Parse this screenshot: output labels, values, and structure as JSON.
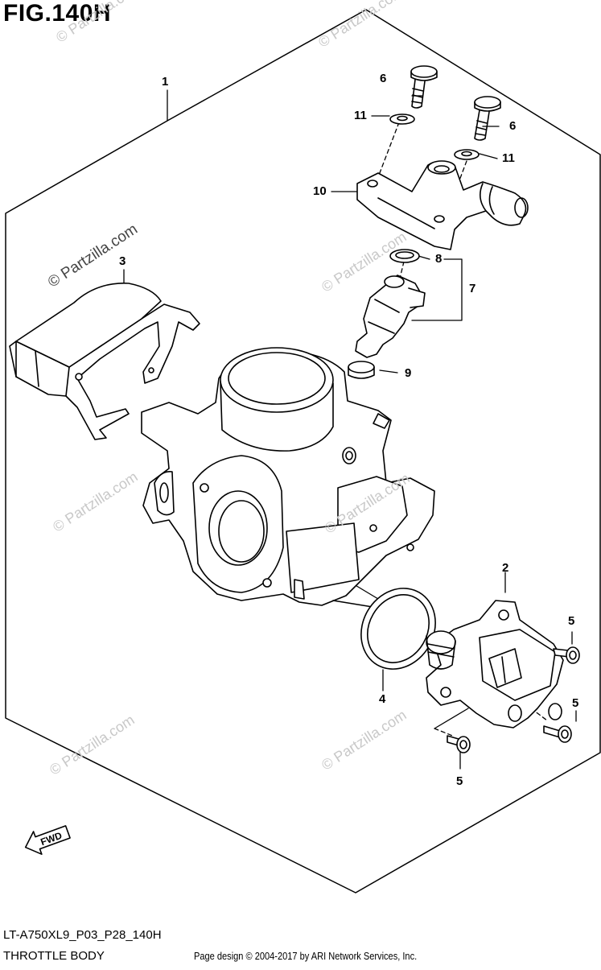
{
  "figure": {
    "title": "FIG.140H"
  },
  "watermark": {
    "text": "© Partzilla.com"
  },
  "parts": [
    {
      "ref": "1"
    },
    {
      "ref": "2"
    },
    {
      "ref": "3"
    },
    {
      "ref": "4"
    },
    {
      "ref": "5"
    },
    {
      "ref": "6"
    },
    {
      "ref": "7"
    },
    {
      "ref": "8"
    },
    {
      "ref": "9"
    },
    {
      "ref": "10"
    },
    {
      "ref": "11"
    }
  ],
  "direction_label": "FWD",
  "footer": {
    "code": "LT-A750XL9_P03_P28_140H",
    "name": "THROTTLE BODY",
    "credit": "Page design © 2004-2017 by ARI Network Services, Inc."
  }
}
